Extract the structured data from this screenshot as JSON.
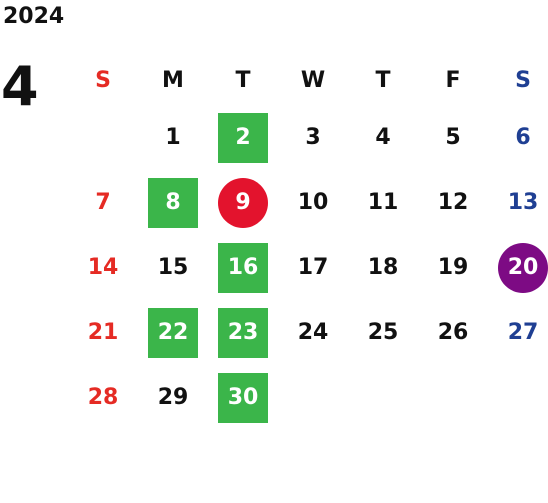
{
  "calendar": {
    "year": "2024",
    "month": "4",
    "colors": {
      "sunday": "#e52b24",
      "saturday": "#1f3f93",
      "weekday": "#111111",
      "green_mark": "#3bb54a",
      "red_mark": "#e3132d",
      "purple_mark": "#7d0b84"
    },
    "weekdays": [
      "S",
      "M",
      "T",
      "W",
      "T",
      "F",
      "S"
    ],
    "weeks": [
      [
        "",
        "1",
        "2",
        "3",
        "4",
        "5",
        "6"
      ],
      [
        "7",
        "8",
        "9",
        "10",
        "11",
        "12",
        "13"
      ],
      [
        "14",
        "15",
        "16",
        "17",
        "18",
        "19",
        "20"
      ],
      [
        "21",
        "22",
        "23",
        "24",
        "25",
        "26",
        "27"
      ],
      [
        "28",
        "29",
        "30",
        "",
        "",
        "",
        ""
      ]
    ],
    "marked_days": {
      "green": [
        "2",
        "8",
        "16",
        "22",
        "23",
        "30"
      ],
      "red": [
        "9"
      ],
      "purple": [
        "20"
      ]
    }
  }
}
